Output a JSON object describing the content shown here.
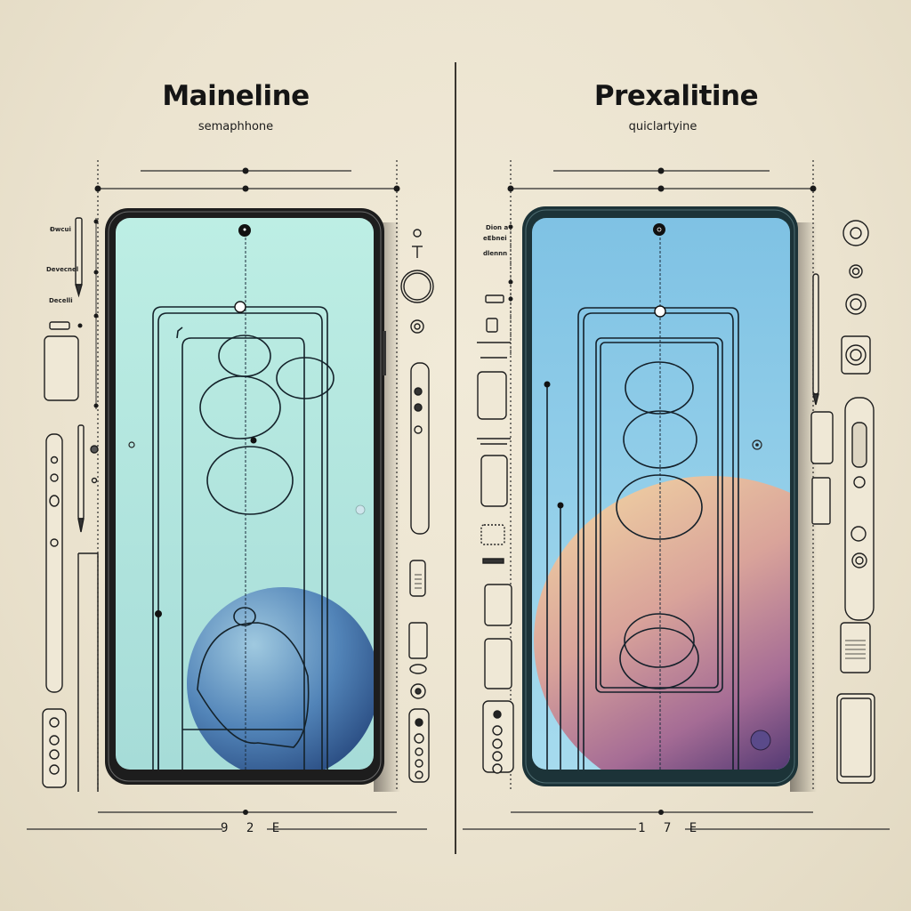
{
  "left_panel": {
    "title": "Maineline",
    "subtitle": "semaphhone",
    "dimension_label": "9 2 E",
    "screen_gradient": [
      "#bfeee6",
      "#a9dcd9"
    ],
    "accent_circle_color": "#3d6fa8",
    "side_labels": [
      "Ðwcui",
      "Devecnel",
      "Decelli"
    ]
  },
  "right_panel": {
    "title": "Prexalitine",
    "subtitle": "quiclartyine",
    "dimension_label": "1 7 E",
    "screen_gradient": [
      "#86c6e6",
      "#a8d6ee"
    ],
    "accent_circle_colors": [
      "#f2d3a0",
      "#c98aa0",
      "#5b3f7a"
    ],
    "side_labels": [
      "Dion a",
      "eEbnei",
      "dlennn"
    ]
  },
  "colors": {
    "background": "#ece4d0",
    "ink": "#1a1a1a",
    "phone_frame_left": "#1d1d1d",
    "phone_frame_right": "#1f3a40"
  }
}
